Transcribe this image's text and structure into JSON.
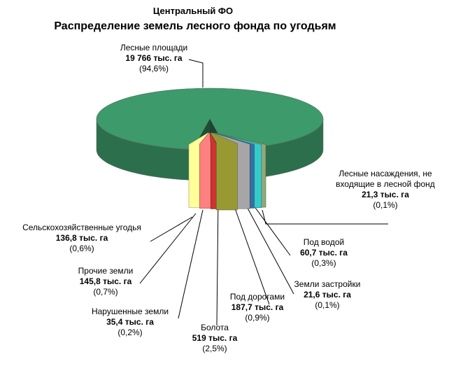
{
  "chart_data": {
    "type": "pie",
    "subtitle": "Центральный ФО",
    "title": "Распределение земель лесного фонда по угодьям",
    "unit": "тыс. га",
    "slices": [
      {
        "name": "Лесные площади",
        "value": 19766,
        "value_label": "19 766 тыс. га",
        "percent_label": "(94,6%)",
        "color": "#3d9a6a"
      },
      {
        "name": "Лесные насаждения, не входящие в лесной фонд",
        "name_lines": [
          "Лесные насаждения, не",
          "входящие в лесной фонд"
        ],
        "value": 21.3,
        "value_label": "21,3 тыс. га",
        "percent_label": "(0,1%)",
        "color": "#8faa7c"
      },
      {
        "name": "Под водой",
        "value": 60.7,
        "value_label": "60,7 тыс. га",
        "percent_label": "(0,3%)",
        "color": "#33cccc"
      },
      {
        "name": "Земли застройки",
        "value": 21.6,
        "value_label": "21,6 тыс. га",
        "percent_label": "(0,1%)",
        "color": "#3a6ea5"
      },
      {
        "name": "Под дорогами",
        "value": 187.7,
        "value_label": "187,7 тыс. га",
        "percent_label": "(0,9%)",
        "color": "#a6a6a6"
      },
      {
        "name": "Болота",
        "value": 519,
        "value_label": "519 тыс. га",
        "percent_label": "(2,5%)",
        "color": "#999933"
      },
      {
        "name": "Нарушенные земли",
        "value": 35.4,
        "value_label": "35,4 тыс. га",
        "percent_label": "(0,2%)",
        "color": "#cc3333"
      },
      {
        "name": "Прочие земли",
        "value": 145.8,
        "value_label": "145,8 тыс. га",
        "percent_label": "(0,7%)",
        "color": "#ff8080"
      },
      {
        "name": "Сельскохозяйственные угодья",
        "value": 136.8,
        "value_label": "136,8 тыс. га",
        "percent_label": "(0,6%)",
        "color": "#ffff99"
      }
    ]
  }
}
